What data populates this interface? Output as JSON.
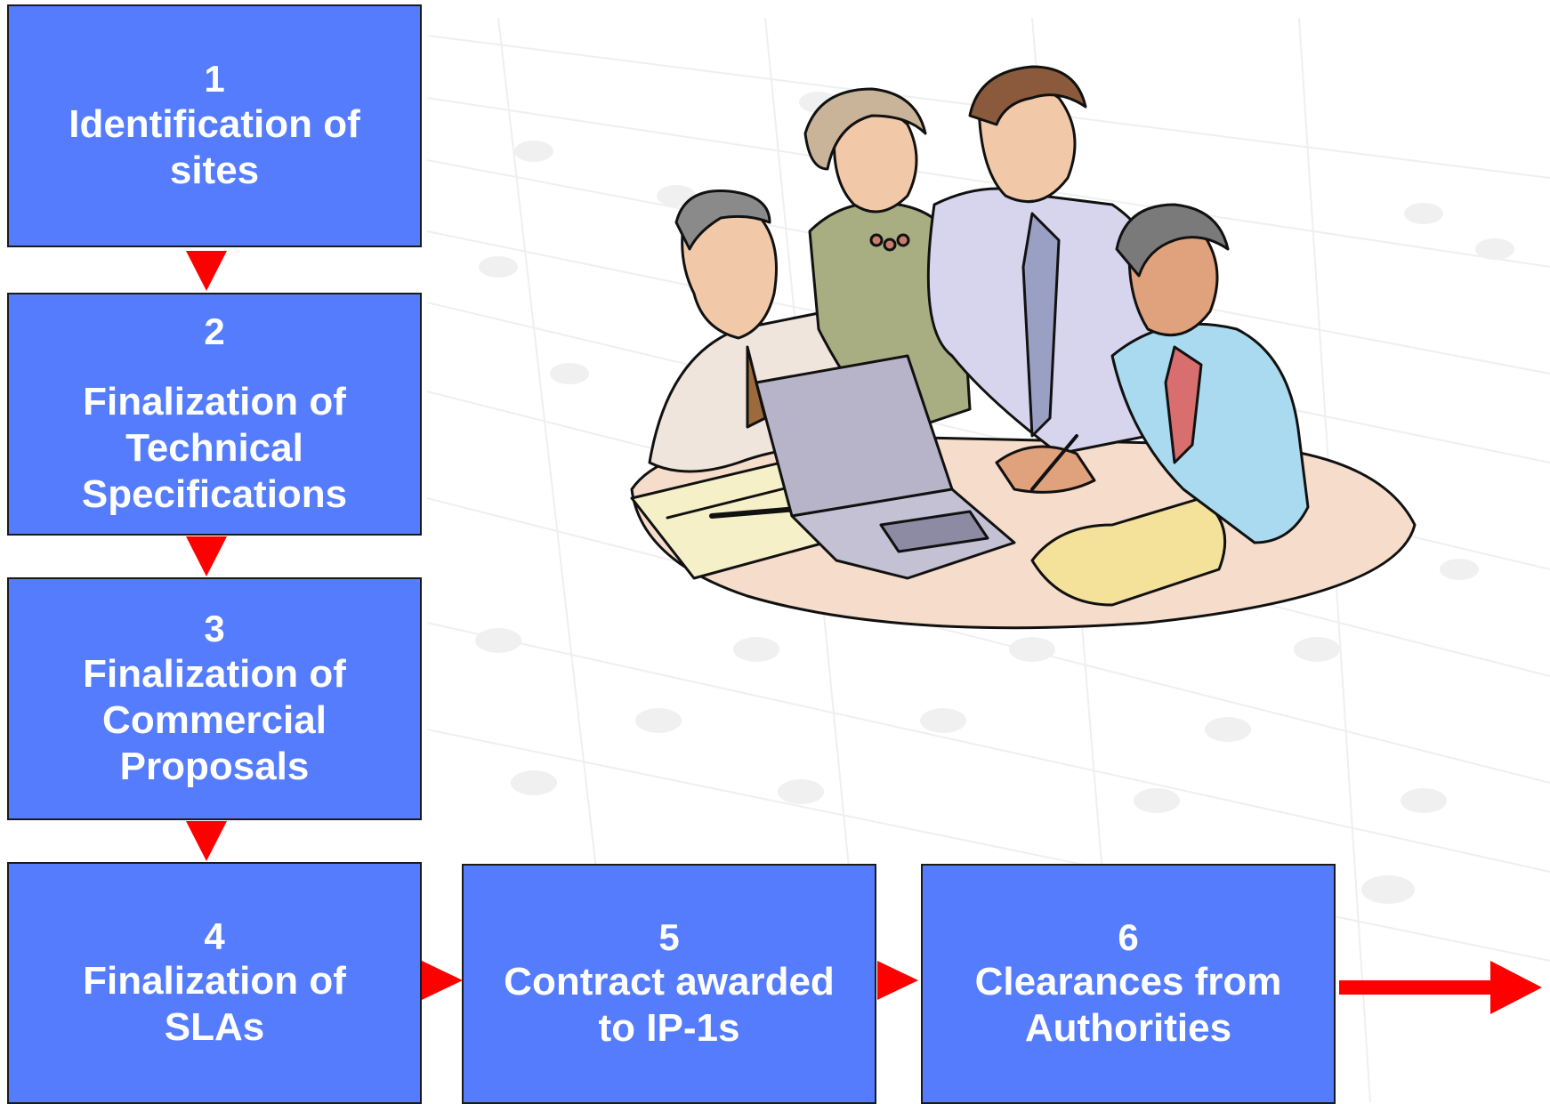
{
  "colors": {
    "box_fill": "#547cfc",
    "box_border": "#1a1a1a",
    "arrow": "#ff0000",
    "text": "#ffffff"
  },
  "steps": [
    {
      "number": "1",
      "label": "Identification of sites"
    },
    {
      "number": "2",
      "label": "Finalization of Technical Specifications"
    },
    {
      "number": "3",
      "label": "Finalization of Commercial Proposals"
    },
    {
      "number": "4",
      "label": "Finalization of SLAs"
    },
    {
      "number": "5",
      "label": "Contract awarded to IP-1s"
    },
    {
      "number": "6",
      "label": "Clearances from Authorities"
    }
  ],
  "illustration": {
    "icon": "business-team-meeting-icon"
  }
}
